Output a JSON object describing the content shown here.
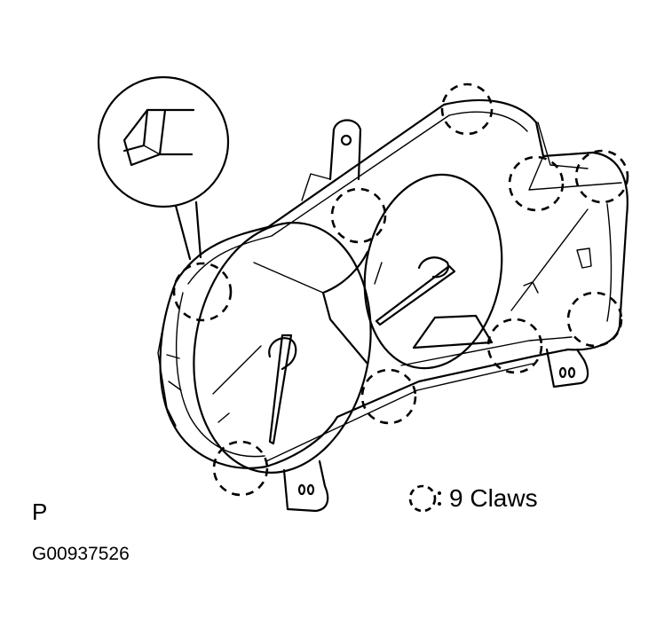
{
  "figure": {
    "view_letter": "P",
    "figure_code": "G00937526"
  },
  "legend": {
    "symbol": "dashed-circle",
    "separator": ":",
    "text": "9 Claws"
  },
  "claws": {
    "count": 9
  }
}
